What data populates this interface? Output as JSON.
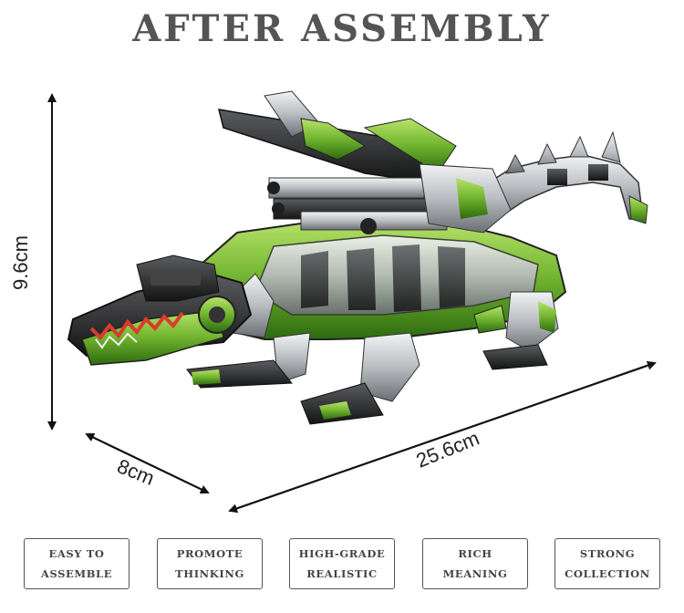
{
  "title": "AFTER ASSEMBLY",
  "dimensions": {
    "height": "9.6cm",
    "depth": "8cm",
    "length": "25.6cm"
  },
  "features": [
    {
      "line1": "EASY TO",
      "line2": "ASSEMBLE"
    },
    {
      "line1": "PROMOTE",
      "line2": "THINKING"
    },
    {
      "line1": "HIGH-GRADE",
      "line2": "REALISTIC"
    },
    {
      "line1": "RICH",
      "line2": "MEANING"
    },
    {
      "line1": "STRONG",
      "line2": "COLLECTION"
    }
  ],
  "colors": {
    "metal_green": "#6fb32e",
    "metal_dark": "#2a2a2a",
    "metal_silver": "#bfc3c6",
    "title_gray": "#545454"
  }
}
